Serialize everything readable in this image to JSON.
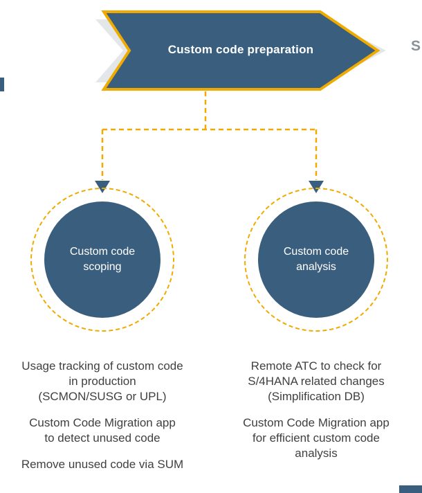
{
  "colors": {
    "dark_blue": "#3A5F7E",
    "gold": "#F0AB00",
    "chevron_gray": "#E4E7EA",
    "body_text": "#404040"
  },
  "banner": {
    "title": "Custom code preparation",
    "edge_fragment": "S"
  },
  "nodes": {
    "left": {
      "label": "Custom code\nscoping"
    },
    "right": {
      "label": "Custom code\nanalysis"
    }
  },
  "columns": {
    "left": {
      "paragraphs": [
        "Usage tracking of custom code\nin production\n(SCMON/SUSG or UPL)",
        "Custom Code Migration app\nto detect unused code",
        "Remove unused code via SUM"
      ]
    },
    "right": {
      "paragraphs": [
        "Remote ATC to check for\nS/4HANA related changes\n(Simplification DB)",
        "Custom Code Migration app\nfor efficient custom code\nanalysis"
      ]
    }
  }
}
